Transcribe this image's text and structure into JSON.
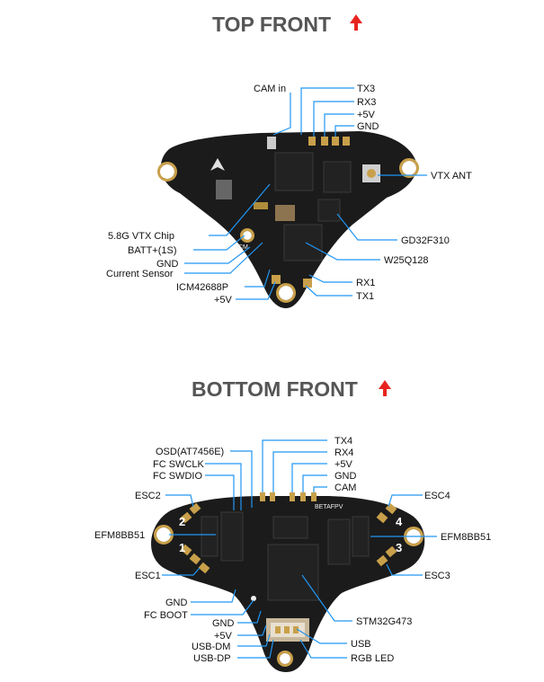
{
  "top": {
    "title": "TOP FRONT",
    "labels": {
      "cam_in": "CAM in",
      "tx3": "TX3",
      "rx3": "RX3",
      "plus5v_a": "+5V",
      "gnd_a": "GND",
      "vtx_ant": "VTX ANT",
      "vtx_chip": "5.8G VTX Chip",
      "batt": "BATT+(1S)",
      "gnd_b": "GND",
      "current_sensor": "Current Sensor",
      "gd32": "GD32F310",
      "w25q": "W25Q128",
      "icm": "ICM42688P",
      "plus5v_b": "+5V",
      "rx1": "RX1",
      "tx1": "TX1"
    }
  },
  "bottom": {
    "title": "BOTTOM FRONT",
    "labels": {
      "tx4": "TX4",
      "osd": "OSD(AT7456E)",
      "rx4": "RX4",
      "fc_swclk": "FC SWCLK",
      "plus5v_a": "+5V",
      "fc_swdio": "FC SWDIO",
      "gnd_a": "GND",
      "cam": "CAM",
      "esc2": "ESC2",
      "esc4": "ESC4",
      "efm_left": "EFM8BB51",
      "efm_right": "EFM8BB51",
      "esc1": "ESC1",
      "esc3": "ESC3",
      "gnd_b": "GND",
      "fc_boot": "FC BOOT",
      "gnd_c": "GND",
      "stm32": "STM32G473",
      "plus5v_b": "+5V",
      "usb_dm": "USB-DM",
      "usb": "USB",
      "usb_dp": "USB-DP",
      "rgb_led": "RGB LED"
    }
  },
  "colors": {
    "arrow": "#e8231e",
    "leader": "#2196f3",
    "pad": "#c9a04a"
  },
  "icons": {
    "heading_arrow": "arrow-up-icon"
  }
}
